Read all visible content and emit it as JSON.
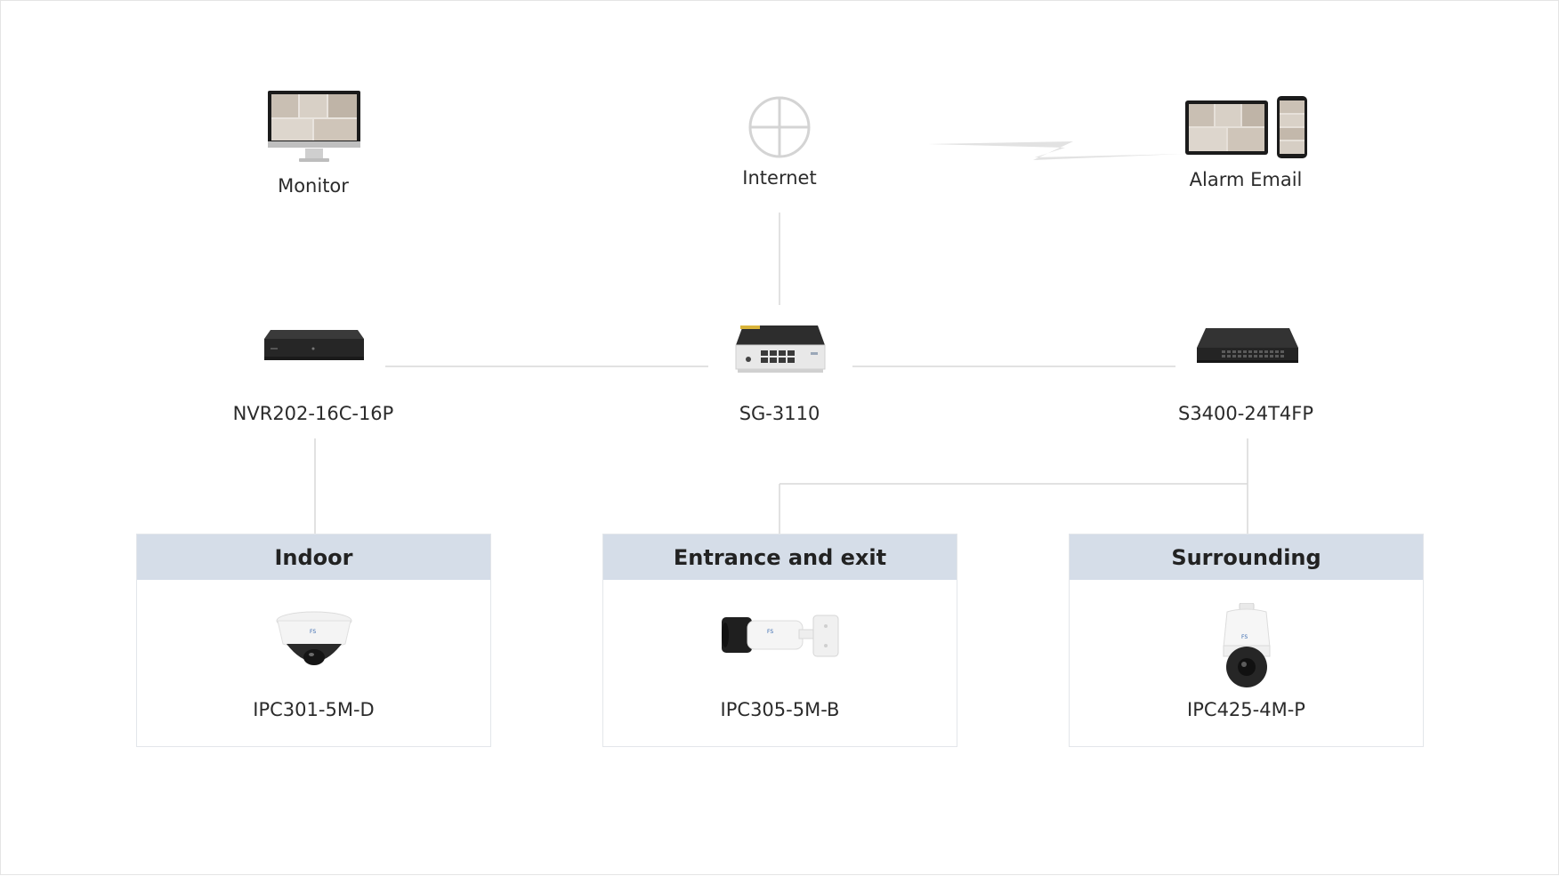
{
  "nodes": {
    "monitor": {
      "label": "Monitor",
      "icon": "monitor-icon"
    },
    "internet": {
      "label": "Internet",
      "icon": "globe-icon"
    },
    "alarm": {
      "label": "Alarm Email",
      "icon": "tablet-phone-icon"
    },
    "nvr": {
      "label": "NVR202-16C-16P",
      "icon": "nvr-icon"
    },
    "sg": {
      "label": "SG-3110",
      "icon": "router-icon"
    },
    "s3400": {
      "label": "S3400-24T4FP",
      "icon": "switch-icon"
    }
  },
  "groups": [
    {
      "title": "Indoor",
      "model": "IPC301-5M-D",
      "icon": "dome-camera-icon"
    },
    {
      "title": "Entrance and exit",
      "model": "IPC305-5M-B",
      "icon": "bullet-camera-icon"
    },
    {
      "title": "Surrounding",
      "model": "IPC425-4M-P",
      "icon": "ptz-camera-icon"
    }
  ],
  "colors": {
    "group_header": "#d5dde8",
    "wire": "#d9d9d9",
    "device_dark": "#2a2a2a"
  }
}
